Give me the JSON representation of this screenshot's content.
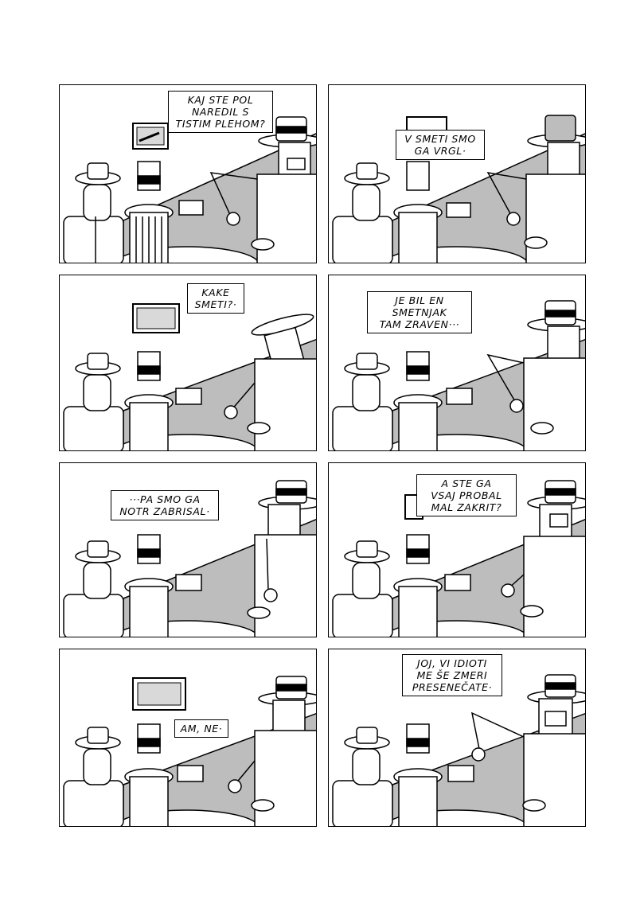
{
  "panels": [
    {
      "id": "p1",
      "text": "KAJ STE POL\nNAREDIL S\nTISTIM PLEHOM?"
    },
    {
      "id": "p2",
      "text": "V SMETI SMO\nGA VRGL·"
    },
    {
      "id": "p3",
      "text": "KAKE\nSMETI?·"
    },
    {
      "id": "p4",
      "text": "JE BIL EN\nSMETNJAK\nTAM ZRAVEN···"
    },
    {
      "id": "p5",
      "text": "···PA SMO GA\nNOTR ZABRISAL·"
    },
    {
      "id": "p6",
      "text": "A STE GA\nVSAJ PROBAL\nMAL ZAKRIT?"
    },
    {
      "id": "p7",
      "text": "AM, NE·"
    },
    {
      "id": "p8",
      "text": "JOJ, VI IDIOTI\nME ŠE ZMERI\nPRESENEČATE·"
    }
  ],
  "colors": {
    "ink": "#000000",
    "paper": "#ffffff",
    "grey": "#bdbdbd",
    "wall": "#d9d9d9"
  }
}
